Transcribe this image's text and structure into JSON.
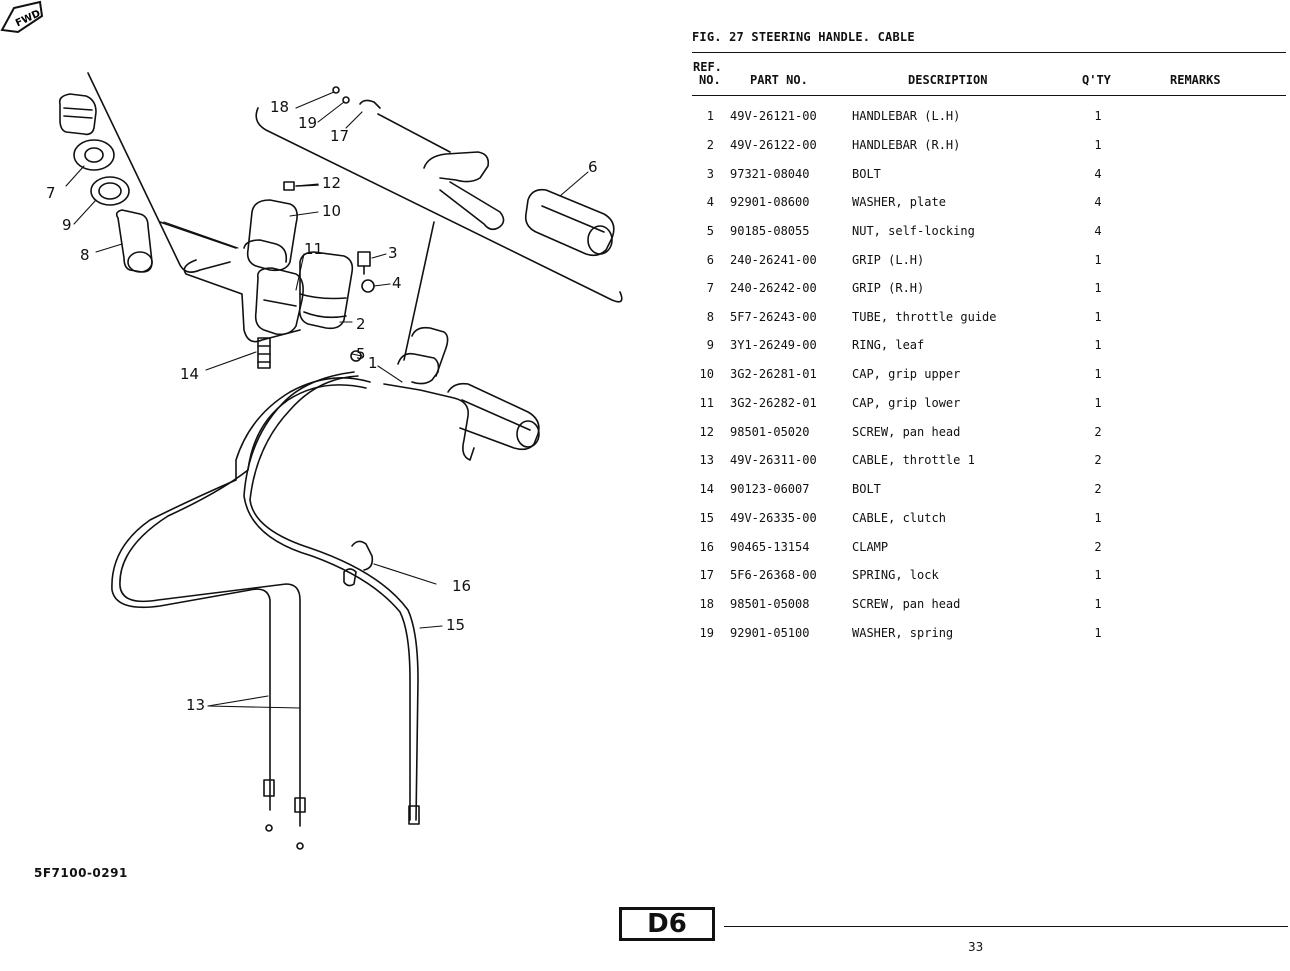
{
  "figure": {
    "title": "FIG. 27  STEERING HANDLE. CABLE",
    "code": "5F7100-0291",
    "fwd_label": "FWD"
  },
  "table": {
    "headers": {
      "ref_line1": "REF.",
      "ref_line2": "NO.",
      "part_no": "PART NO.",
      "description": "DESCRIPTION",
      "qty": "Q'TY",
      "remarks": "REMARKS"
    },
    "rows": [
      {
        "ref": "1",
        "part": "49V-26121-00",
        "desc": "HANDLEBAR (L.H)",
        "qty": "1",
        "remarks": ""
      },
      {
        "ref": "2",
        "part": "49V-26122-00",
        "desc": "HANDLEBAR (R.H)",
        "qty": "1",
        "remarks": ""
      },
      {
        "ref": "3",
        "part": "97321-08040",
        "desc": "BOLT",
        "qty": "4",
        "remarks": ""
      },
      {
        "ref": "4",
        "part": "92901-08600",
        "desc": "WASHER, plate",
        "qty": "4",
        "remarks": ""
      },
      {
        "ref": "5",
        "part": "90185-08055",
        "desc": "NUT, self-locking",
        "qty": "4",
        "remarks": ""
      },
      {
        "ref": "6",
        "part": "240-26241-00",
        "desc": "GRIP (L.H)",
        "qty": "1",
        "remarks": ""
      },
      {
        "ref": "7",
        "part": "240-26242-00",
        "desc": "GRIP (R.H)",
        "qty": "1",
        "remarks": ""
      },
      {
        "ref": "8",
        "part": "5F7-26243-00",
        "desc": "TUBE, throttle guide",
        "qty": "1",
        "remarks": ""
      },
      {
        "ref": "9",
        "part": "3Y1-26249-00",
        "desc": "RING, leaf",
        "qty": "1",
        "remarks": ""
      },
      {
        "ref": "10",
        "part": "3G2-26281-01",
        "desc": "CAP, grip upper",
        "qty": "1",
        "remarks": ""
      },
      {
        "ref": "11",
        "part": "3G2-26282-01",
        "desc": "CAP, grip lower",
        "qty": "1",
        "remarks": ""
      },
      {
        "ref": "12",
        "part": "98501-05020",
        "desc": "SCREW, pan head",
        "qty": "2",
        "remarks": ""
      },
      {
        "ref": "13",
        "part": "49V-26311-00",
        "desc": "CABLE, throttle 1",
        "qty": "2",
        "remarks": ""
      },
      {
        "ref": "14",
        "part": "90123-06007",
        "desc": "BOLT",
        "qty": "2",
        "remarks": ""
      },
      {
        "ref": "15",
        "part": "49V-26335-00",
        "desc": "CABLE, clutch",
        "qty": "1",
        "remarks": ""
      },
      {
        "ref": "16",
        "part": "90465-13154",
        "desc": "CLAMP",
        "qty": "2",
        "remarks": ""
      },
      {
        "ref": "17",
        "part": "5F6-26368-00",
        "desc": "SPRING, lock",
        "qty": "1",
        "remarks": ""
      },
      {
        "ref": "18",
        "part": "98501-05008",
        "desc": "SCREW, pan head",
        "qty": "1",
        "remarks": ""
      },
      {
        "ref": "19",
        "part": "92901-05100",
        "desc": "WASHER, spring",
        "qty": "1",
        "remarks": ""
      }
    ]
  },
  "callouts": [
    "1",
    "2",
    "3",
    "4",
    "5",
    "6",
    "7",
    "8",
    "9",
    "10",
    "11",
    "12",
    "13",
    "14",
    "15",
    "16",
    "17",
    "18",
    "19"
  ],
  "footer": {
    "page_code": "D6",
    "page_number": "33"
  }
}
